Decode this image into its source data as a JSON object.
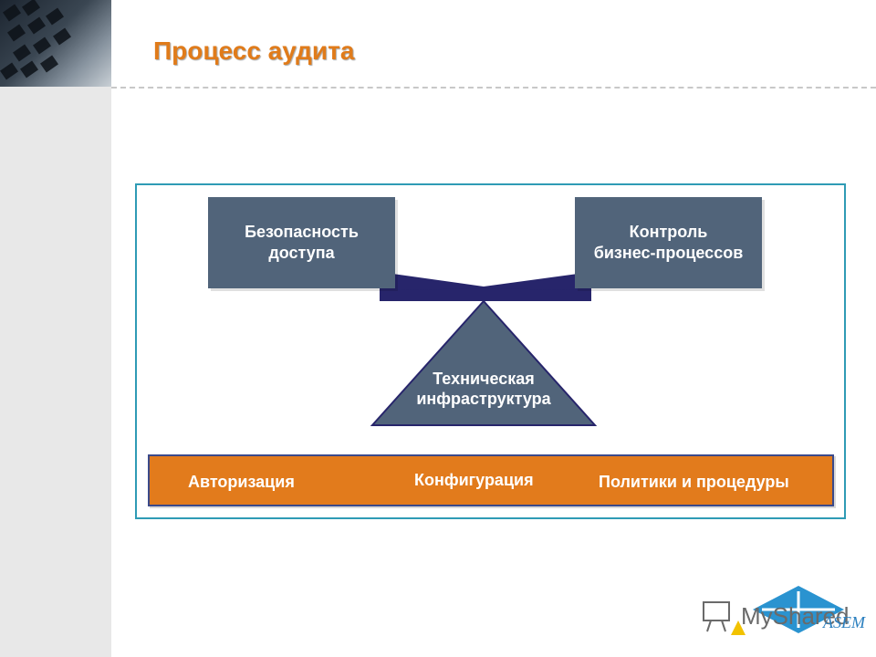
{
  "title": "Процесс аудита",
  "diagram": {
    "box_left": "Безопасность\nдоступа",
    "box_right": "Контроль\nбизнес-процессов",
    "triangle": "Техническая\nинфраструктура",
    "bar_items": [
      "Авторизация",
      "Конфигурация",
      "Политики и процедуры"
    ]
  },
  "logo": {
    "text": "MyShared",
    "sub": "ASEM"
  },
  "colors": {
    "title": "#e07b1a",
    "box": "#51647a",
    "beam": "#27256b",
    "bar": "#e27b1c",
    "frame": "#2f9bb5"
  }
}
